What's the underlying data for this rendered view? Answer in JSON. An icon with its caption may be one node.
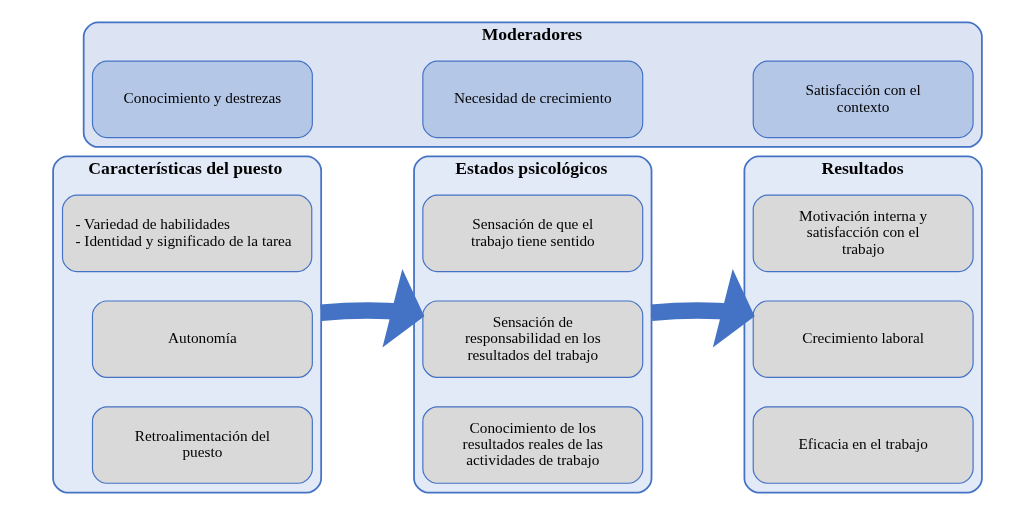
{
  "diagram": {
    "nodes": [
      {
        "text": [
          "Moderadores"
        ]
      },
      {
        "text": [
          "Conocimiento y destrezas"
        ],
        "in": 0
      },
      {
        "text": [
          "Necesidad de crecimiento"
        ],
        "in": 0
      },
      {
        "text": [
          "Satisfacción con el contexto"
        ],
        "in": 0
      },
      {
        "text": [
          "Características del puesto"
        ]
      },
      {
        "text": [
          "- Variedad de habilidades",
          "- Identidad y significado de la tarea"
        ],
        "in": 4
      },
      {
        "text": [
          "Autonomía"
        ],
        "in": 4
      },
      {
        "text": [
          "Retroalimentación del puesto"
        ],
        "in": 4
      },
      {
        "text": [
          "Estados psicológicos"
        ]
      },
      {
        "text": [
          "Sensación de que el trabajo tiene sentido"
        ],
        "in": 8
      },
      {
        "text": [
          "Sensación de responsabilidad en los resultados del trabajo"
        ],
        "in": 8
      },
      {
        "text": [
          "Conocimiento de los resultados reales de las actividades de trabajo"
        ],
        "in": 8
      },
      {
        "text": [
          "Resultados"
        ]
      },
      {
        "text": [
          "Motivación interna y satisfacción con el trabajo"
        ],
        "in": 12
      },
      {
        "text": [
          "Crecimiento laboral"
        ],
        "in": 12
      },
      {
        "text": [
          "Eficacia en el trabajo"
        ],
        "in": 12
      }
    ],
    "edges": [
      {
        "from": 4,
        "to": 8,
        "arrow": "to"
      },
      {
        "from": 8,
        "to": 12,
        "arrow": "to"
      }
    ]
  }
}
